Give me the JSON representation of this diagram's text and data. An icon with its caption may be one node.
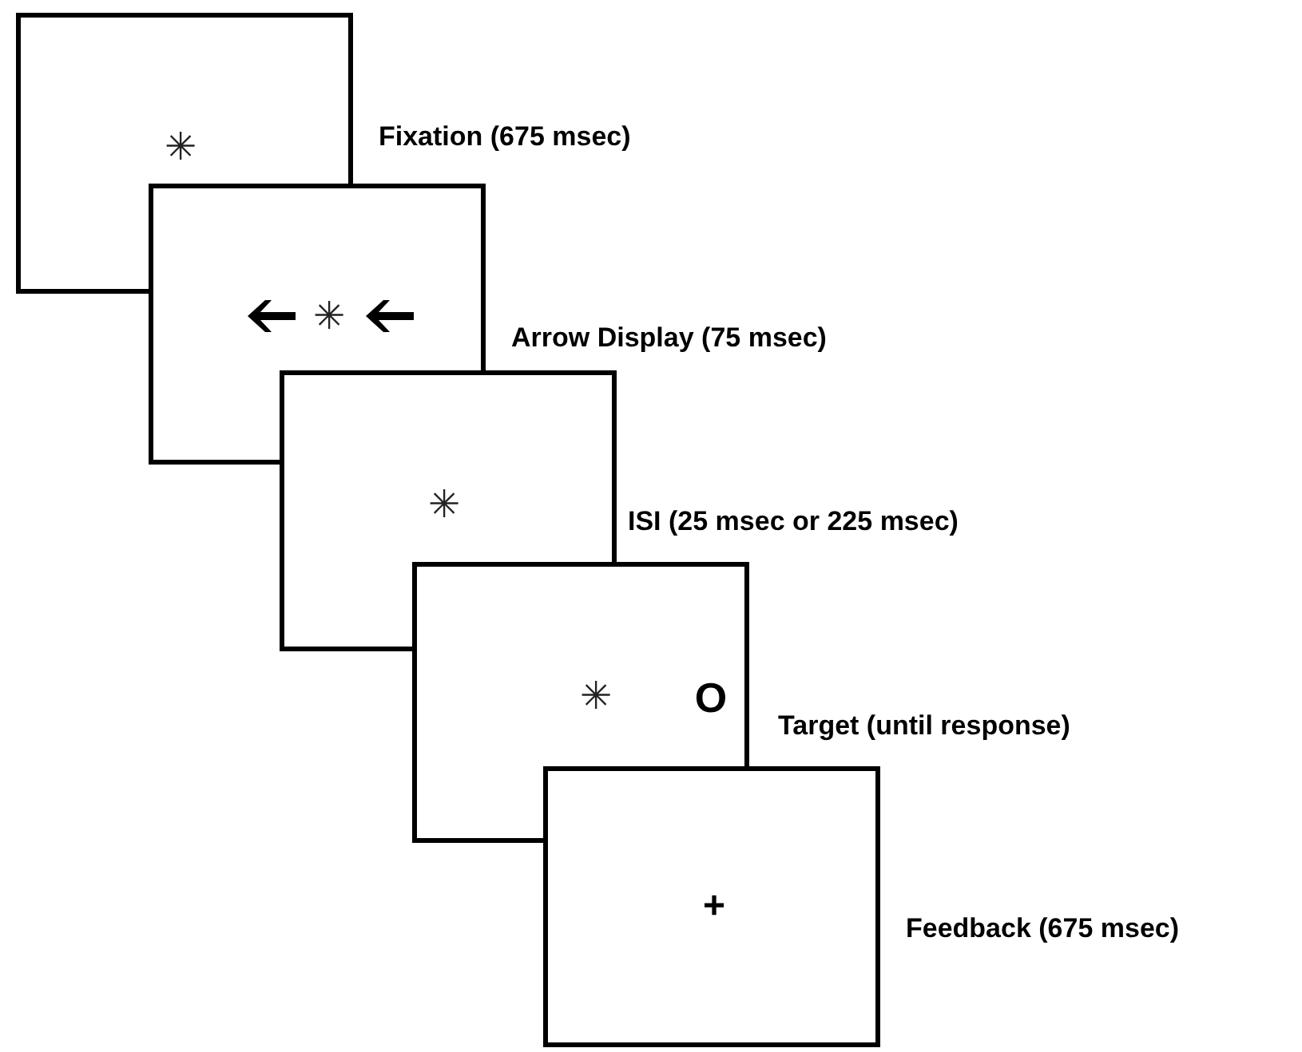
{
  "diagram": {
    "nodes": [
      {
        "text": [
          "✳"
        ],
        "beside": [
          "Fixation (675 msec)"
        ]
      },
      {
        "text": [
          "✳"
        ],
        "beside": [
          "Arrow Display (75 msec)"
        ]
      },
      {
        "text": [
          "✳"
        ],
        "beside": [
          "ISI (25 msec or 225 msec)"
        ]
      },
      {
        "text": [
          "✳",
          "O"
        ],
        "beside": [
          "Target (until response)"
        ]
      },
      {
        "text": [
          "+"
        ],
        "beside": [
          "Feedback (675 msec)"
        ]
      }
    ]
  }
}
